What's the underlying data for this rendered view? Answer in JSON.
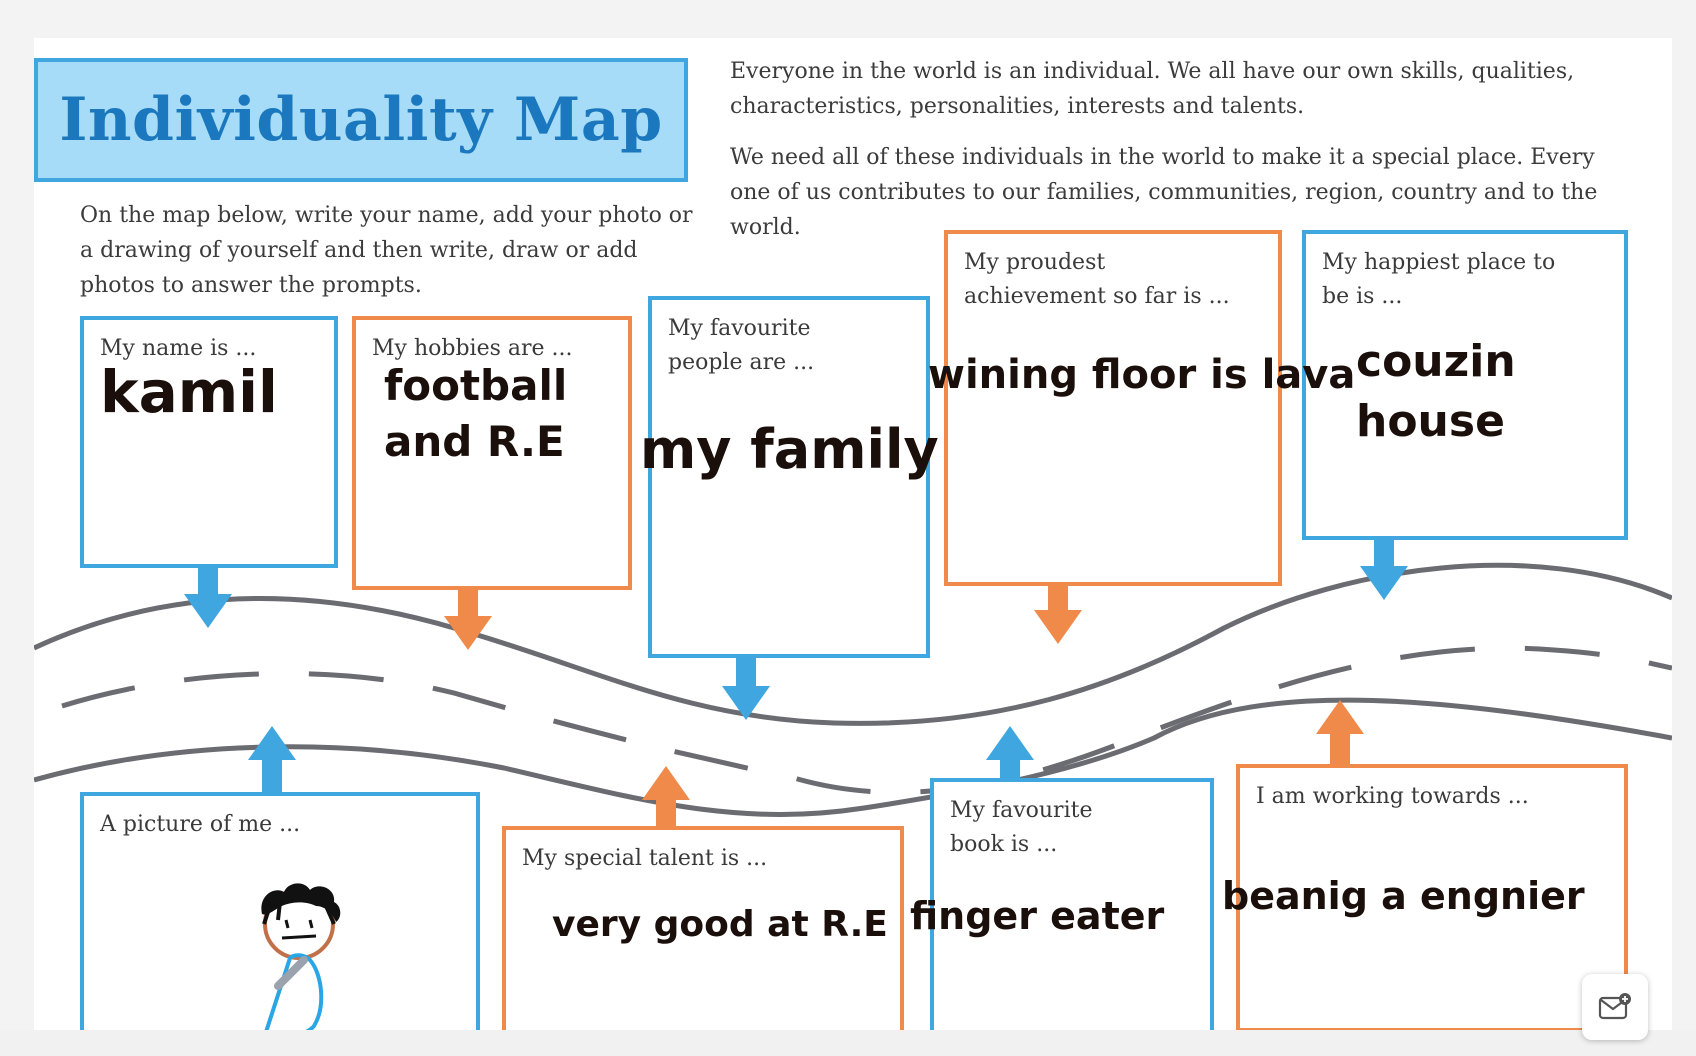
{
  "title": "Individuality Map",
  "intro_paragraph_1": "Everyone in the world is an individual. We all have our own skills, qualities, characteristics, personalities, interests and talents.",
  "intro_paragraph_2": "We need all of these individuals in the world to make it a special place. Every one of us contributes to our families, communities, region, country and to the world.",
  "instructions": "On the map below, write your name, add your photo or a drawing of yourself and then write, draw or add photos to answer the prompts.",
  "cards": {
    "name": {
      "prompt": "My name is ...",
      "answer": "kamil"
    },
    "hobbies": {
      "prompt": "My hobbies are ...",
      "answer_line_1": "football",
      "answer_line_2": "and R.E"
    },
    "people": {
      "prompt_line_1": "My favourite",
      "prompt_line_2": "people are ...",
      "answer": "my family"
    },
    "achievement": {
      "prompt_line_1": "My proudest",
      "prompt_line_2": "achievement so far is ...",
      "answer": "wining floor is lava"
    },
    "happiest": {
      "prompt_line_1": "My happiest place to",
      "prompt_line_2": "be is ...",
      "answer_line_1": "couzin",
      "answer_line_2": "house"
    },
    "picture": {
      "prompt": "A picture of me ..."
    },
    "talent": {
      "prompt": "My special talent is ...",
      "answer": "very good at R.E"
    },
    "book": {
      "prompt_line_1": "My favourite",
      "prompt_line_2": "book is ...",
      "answer": "finger eater"
    },
    "working": {
      "prompt": "I am working towards ...",
      "answer": "beanig a engnier"
    }
  },
  "icons": {
    "feedback": "mail-plus-icon",
    "arrow": "arrow-icon"
  },
  "colors": {
    "blue": "#3fa6e0",
    "orange": "#f08a4b",
    "title_bg": "#a6dcf7",
    "title_text": "#1c78be",
    "road": "#6b6b72"
  }
}
